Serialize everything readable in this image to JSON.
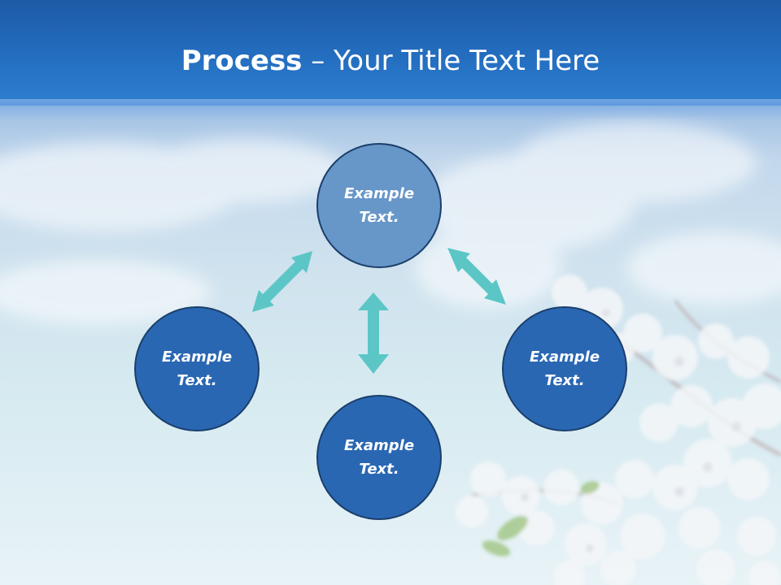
{
  "title": {
    "bold": "Process",
    "rest": " – Your Title Text Here"
  },
  "nodes": {
    "top": "Example Text.",
    "left": "Example Text.",
    "right": "Example Text.",
    "bottom": "Example Text."
  },
  "colors": {
    "header": "#2570c2",
    "node_fill": "#2a67b3",
    "node_top_fill": "#6796c9",
    "node_border": "#1b3f6b",
    "arrow": "#5cc6c6"
  }
}
